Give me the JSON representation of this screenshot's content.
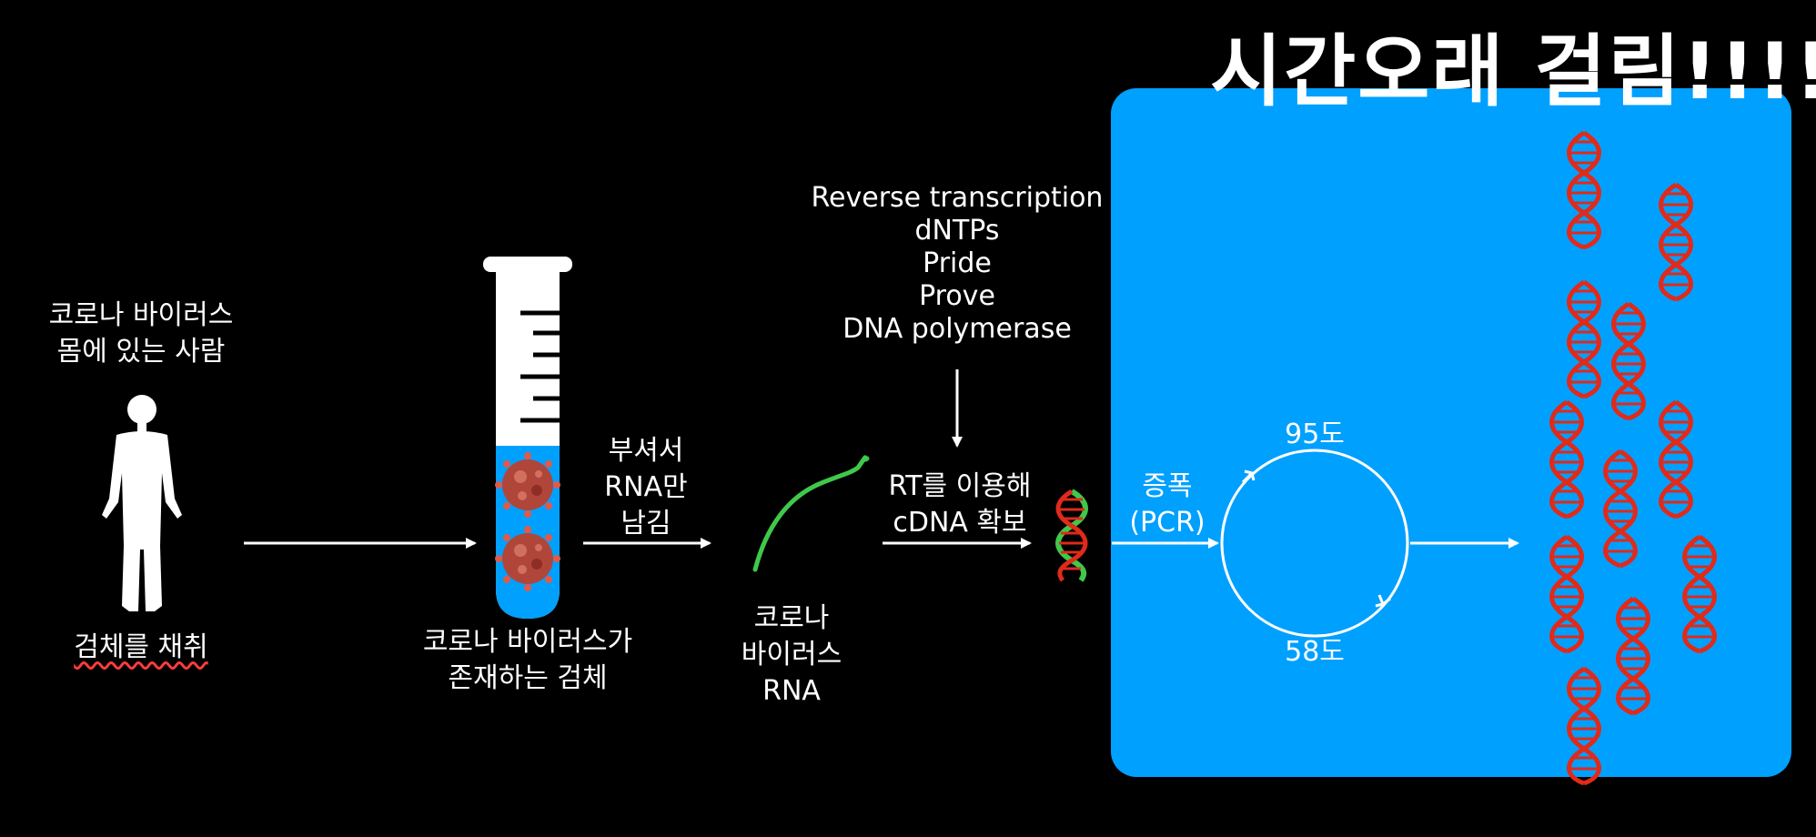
{
  "headline": "시간오래  걸림!!!!!",
  "person_label_top": "코로나 바이러스\n몸에 있는 사람",
  "person_label_bottom": "검체를 채취",
  "tube_label": "코로나 바이러스가\n존재하는 검체",
  "break_label": "부셔서\nRNA만\n남김",
  "rna_label": "코로나\n바이러스\nRNA",
  "reagents": [
    "Reverse transcription",
    "dNTPs",
    "Pride",
    "Prove",
    "DNA polymerase"
  ],
  "rt_label": "RT를 이용해\ncDNA 확보",
  "amplify_label": "증폭\n(PCR)",
  "temp_top": "95도",
  "temp_bottom": "58도",
  "colors": {
    "panel": "#00a0ff",
    "dna_red": "#e02a1a",
    "dna_green": "#3fc84a",
    "rna_green": "#3fc84a",
    "tube_liquid": "#00a0ff",
    "virus": "#b0463a"
  },
  "icons": [
    "person-silhouette-icon",
    "test-tube-icon",
    "virus-icon",
    "rna-strand-icon",
    "dna-helix-icon",
    "cycle-icon"
  ]
}
